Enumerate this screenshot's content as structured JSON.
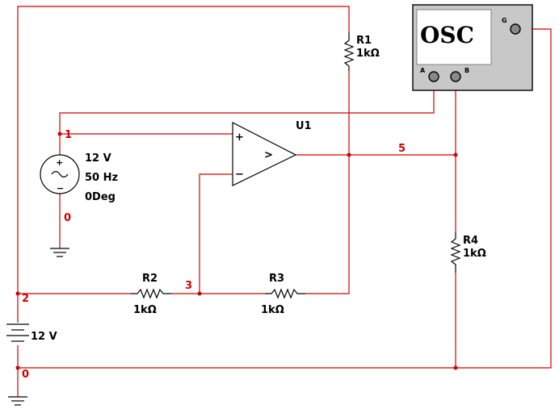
{
  "colors": {
    "wire": "#d40000",
    "component": "#000000",
    "node_label": "#d40000",
    "oscilloscope_body": "#c8c8c8"
  },
  "oscilloscope": {
    "title": "OSC",
    "channel_a": "A",
    "channel_b": "B",
    "ground_terminal": "G"
  },
  "opamp": {
    "designator": "U1",
    "noninverting_symbol": "+",
    "inverting_symbol": "−",
    "arrow_symbol": ">"
  },
  "resistors": {
    "r1": {
      "name": "R1",
      "value": "1kΩ"
    },
    "r2": {
      "name": "R2",
      "value": "1kΩ"
    },
    "r3": {
      "name": "R3",
      "value": "1kΩ"
    },
    "r4": {
      "name": "R4",
      "value": "1kΩ"
    }
  },
  "ac_source": {
    "voltage": "12 V",
    "frequency": "50 Hz",
    "phase": "0Deg",
    "plus": "+",
    "minus": "−"
  },
  "dc_battery": {
    "voltage": "12 V"
  },
  "nodes": {
    "n1": "1",
    "n0_top": "0",
    "n2": "2",
    "n3": "3",
    "n5": "5",
    "n0_bottom": "0"
  }
}
